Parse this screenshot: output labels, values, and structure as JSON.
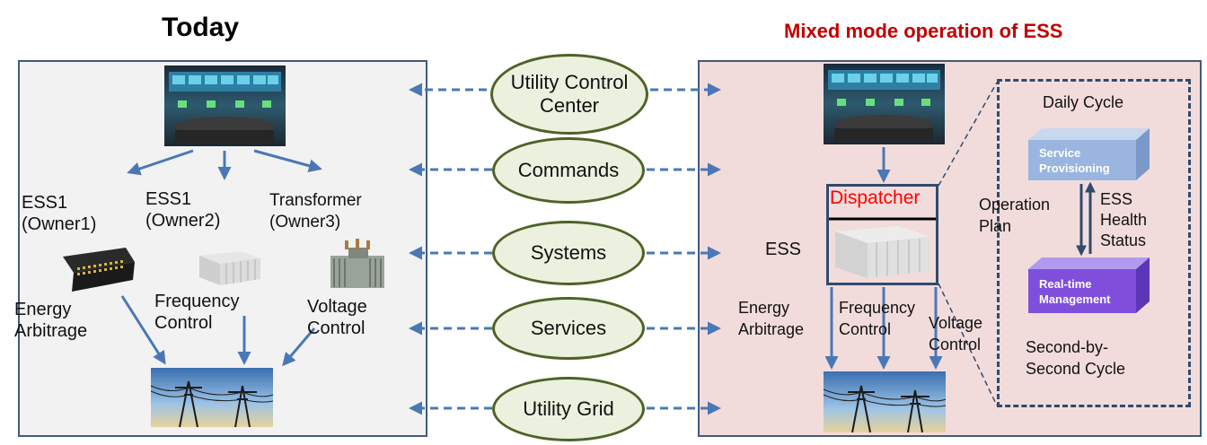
{
  "titles": {
    "left": "Today",
    "right": "Mixed mode operation of ESS"
  },
  "center": {
    "items": [
      {
        "label_line1": "Utility Control",
        "label_line2": "Center"
      },
      {
        "label_line1": "Commands",
        "label_line2": ""
      },
      {
        "label_line1": "Systems",
        "label_line2": ""
      },
      {
        "label_line1": "Services",
        "label_line2": ""
      },
      {
        "label_line1": "Utility Grid",
        "label_line2": ""
      }
    ]
  },
  "left": {
    "assets": [
      {
        "line1": "ESS1",
        "line2": "(Owner1)"
      },
      {
        "line1": "ESS1",
        "line2": "(Owner2)"
      },
      {
        "line1": "Transformer",
        "line2": "(Owner3)"
      }
    ],
    "services": [
      {
        "line1": "Energy",
        "line2": "Arbitrage"
      },
      {
        "line1": "Frequency",
        "line2": "Control"
      },
      {
        "line1": "Voltage",
        "line2": "Control"
      }
    ]
  },
  "right": {
    "dispatcher": "Dispatcher",
    "ess": "ESS",
    "services": [
      {
        "line1": "Energy",
        "line2": "Arbitrage"
      },
      {
        "line1": "Frequency",
        "line2": "Control"
      },
      {
        "line1": "Voltage",
        "line2": "Control"
      }
    ],
    "daily_cycle": "Daily Cycle",
    "operation_plan": {
      "line1": "Operation",
      "line2": "Plan"
    },
    "ess_health": {
      "line1": "ESS",
      "line2": "Health",
      "line3": "Status"
    },
    "service_provisioning": {
      "line1": "Service",
      "line2": "Provisioning"
    },
    "realtime_management": {
      "line1": "Real-time",
      "line2": "Management"
    },
    "second_cycle": {
      "line1": "Second-by-",
      "line2": "Second Cycle"
    }
  },
  "colors": {
    "arrow": "#4a78b5",
    "ellipse_border": "#4f6228",
    "ellipse_fill": "#ebf1de",
    "panel_border": "#3f5a7a",
    "title_right": "#c00000",
    "dispatcher_text": "#ff0000",
    "cube_top": "#9ab5e0",
    "cube_bottom": "#7f4fdc"
  }
}
